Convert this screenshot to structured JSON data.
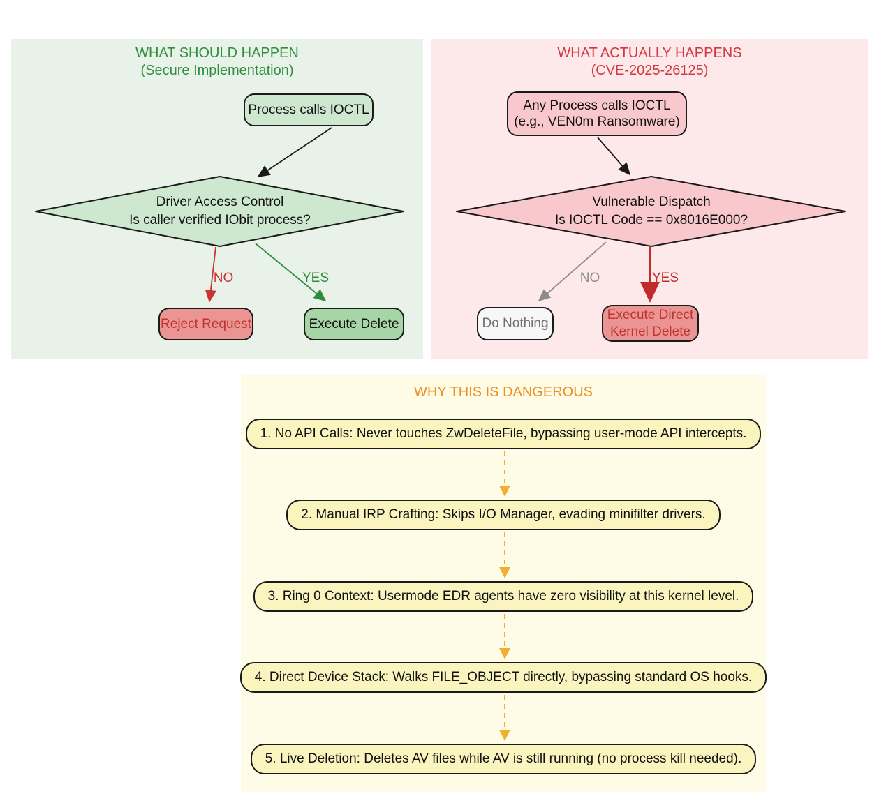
{
  "left_panel": {
    "title": "WHAT SHOULD HAPPEN",
    "subtitle": "(Secure Implementation)",
    "process_node": "Process calls IOCTL",
    "decision_line1": "Driver Access Control",
    "decision_line2": "Is caller verified IObit process?",
    "no_label": "NO",
    "yes_label": "YES",
    "reject_node": "Reject Request",
    "execute_node": "Execute Delete"
  },
  "right_panel": {
    "title": "WHAT ACTUALLY HAPPENS",
    "subtitle": "(CVE-2025-26125)",
    "process_line1": "Any Process calls IOCTL",
    "process_line2": "(e.g., VEN0m Ransomware)",
    "decision_line1": "Vulnerable Dispatch",
    "decision_line2": "Is IOCTL Code == 0x8016E000?",
    "no_label": "NO",
    "yes_label": "YES",
    "nothing_node": "Do Nothing",
    "execute_line1": "Execute Direct",
    "execute_line2": "Kernel Delete"
  },
  "danger_panel": {
    "title": "WHY THIS IS DANGEROUS",
    "items": [
      "1. No API Calls: Never touches ZwDeleteFile, bypassing user-mode API intercepts.",
      "2. Manual IRP Crafting: Skips I/O Manager, evading minifilter drivers.",
      "3. Ring 0 Context: Usermode EDR agents have zero visibility at this kernel level.",
      "4. Direct Device Stack: Walks FILE_OBJECT directly, bypassing standard OS hooks.",
      "5. Live Deletion: Deletes AV files while AV is still running (no process kill needed)."
    ]
  },
  "colors": {
    "secure_panel_bg": "#e8f2e8",
    "secure_title": "#2f8f3f",
    "secure_node_fill": "#cde8cf",
    "execute_delete_fill": "#a6d6a8",
    "reject_fill": "#ea9493",
    "reject_text": "#bf352e",
    "vuln_panel_bg": "#fde8ea",
    "vuln_title": "#d4373e",
    "vuln_node_fill": "#f9c8cd",
    "do_nothing_fill": "#f7f7f7",
    "danger_panel_bg": "#fefce6",
    "danger_title": "#ef8c1e",
    "danger_box_fill": "#faf4bf",
    "danger_arrow": "#f2ae33",
    "yes_arrow_green": "#2e8b3a",
    "no_arrow_red": "#cc3333",
    "yes_arrow_red": "#c02b2b",
    "no_arrow_gray": "#8c8c8c"
  }
}
